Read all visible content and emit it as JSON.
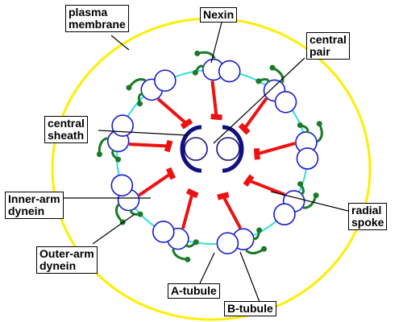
{
  "diagram": {
    "labels": {
      "plasma_membrane": [
        "plasma",
        "membrane"
      ],
      "nexin": "Nexin",
      "central_pair": [
        "central",
        "pair"
      ],
      "central_sheath": [
        "central",
        "sheath"
      ],
      "inner_arm_dynein": [
        "Inner-arm",
        "dynein"
      ],
      "outer_arm_dynein": [
        "Outer-arm",
        "dynein"
      ],
      "radial_spoke": [
        "radial",
        "spoke"
      ],
      "a_tubule": "A-tubule",
      "b_tubule": "B-tubule"
    },
    "colors": {
      "membrane": "#ffee00",
      "microtubule": "#1a1acc",
      "nexin_link": "#33dddd",
      "radial_spoke": "#ee1111",
      "dynein": "#1a7a2a",
      "central_pair": "#101080",
      "leader_line": "#000000"
    },
    "doublet_count": 9
  }
}
